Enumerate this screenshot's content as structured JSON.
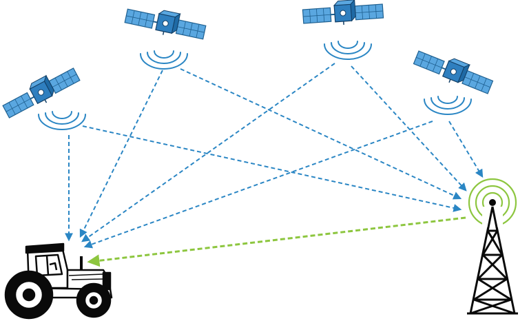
{
  "diagram": {
    "colors": {
      "signal": "#2a86c4",
      "correction": "#8dc63f",
      "satellite_body": "#2f7fbf",
      "satellite_panel": "#5aa7e0",
      "outline": "#0a0a0a",
      "waves_satellite": "#2a86c4",
      "waves_tower": "#8dc63f"
    },
    "icons": {
      "satellite": "satellite-icon",
      "tractor": "tractor-icon",
      "tower": "radio-tower-icon"
    },
    "nodes": [
      {
        "id": "sat-1",
        "type": "satellite"
      },
      {
        "id": "sat-2",
        "type": "satellite"
      },
      {
        "id": "sat-3",
        "type": "satellite"
      },
      {
        "id": "sat-4",
        "type": "satellite"
      },
      {
        "id": "tractor",
        "type": "tractor"
      },
      {
        "id": "tower",
        "type": "base-station"
      }
    ],
    "edges": [
      {
        "from": "sat-1",
        "to": "tractor",
        "kind": "gnss-signal"
      },
      {
        "from": "sat-1",
        "to": "tower",
        "kind": "gnss-signal"
      },
      {
        "from": "sat-2",
        "to": "tractor",
        "kind": "gnss-signal"
      },
      {
        "from": "sat-2",
        "to": "tower",
        "kind": "gnss-signal"
      },
      {
        "from": "sat-3",
        "to": "tractor",
        "kind": "gnss-signal"
      },
      {
        "from": "sat-3",
        "to": "tower",
        "kind": "gnss-signal"
      },
      {
        "from": "sat-4",
        "to": "tractor",
        "kind": "gnss-signal"
      },
      {
        "from": "sat-4",
        "to": "tower",
        "kind": "gnss-signal"
      },
      {
        "from": "tower",
        "to": "tractor",
        "kind": "correction-signal"
      }
    ]
  }
}
